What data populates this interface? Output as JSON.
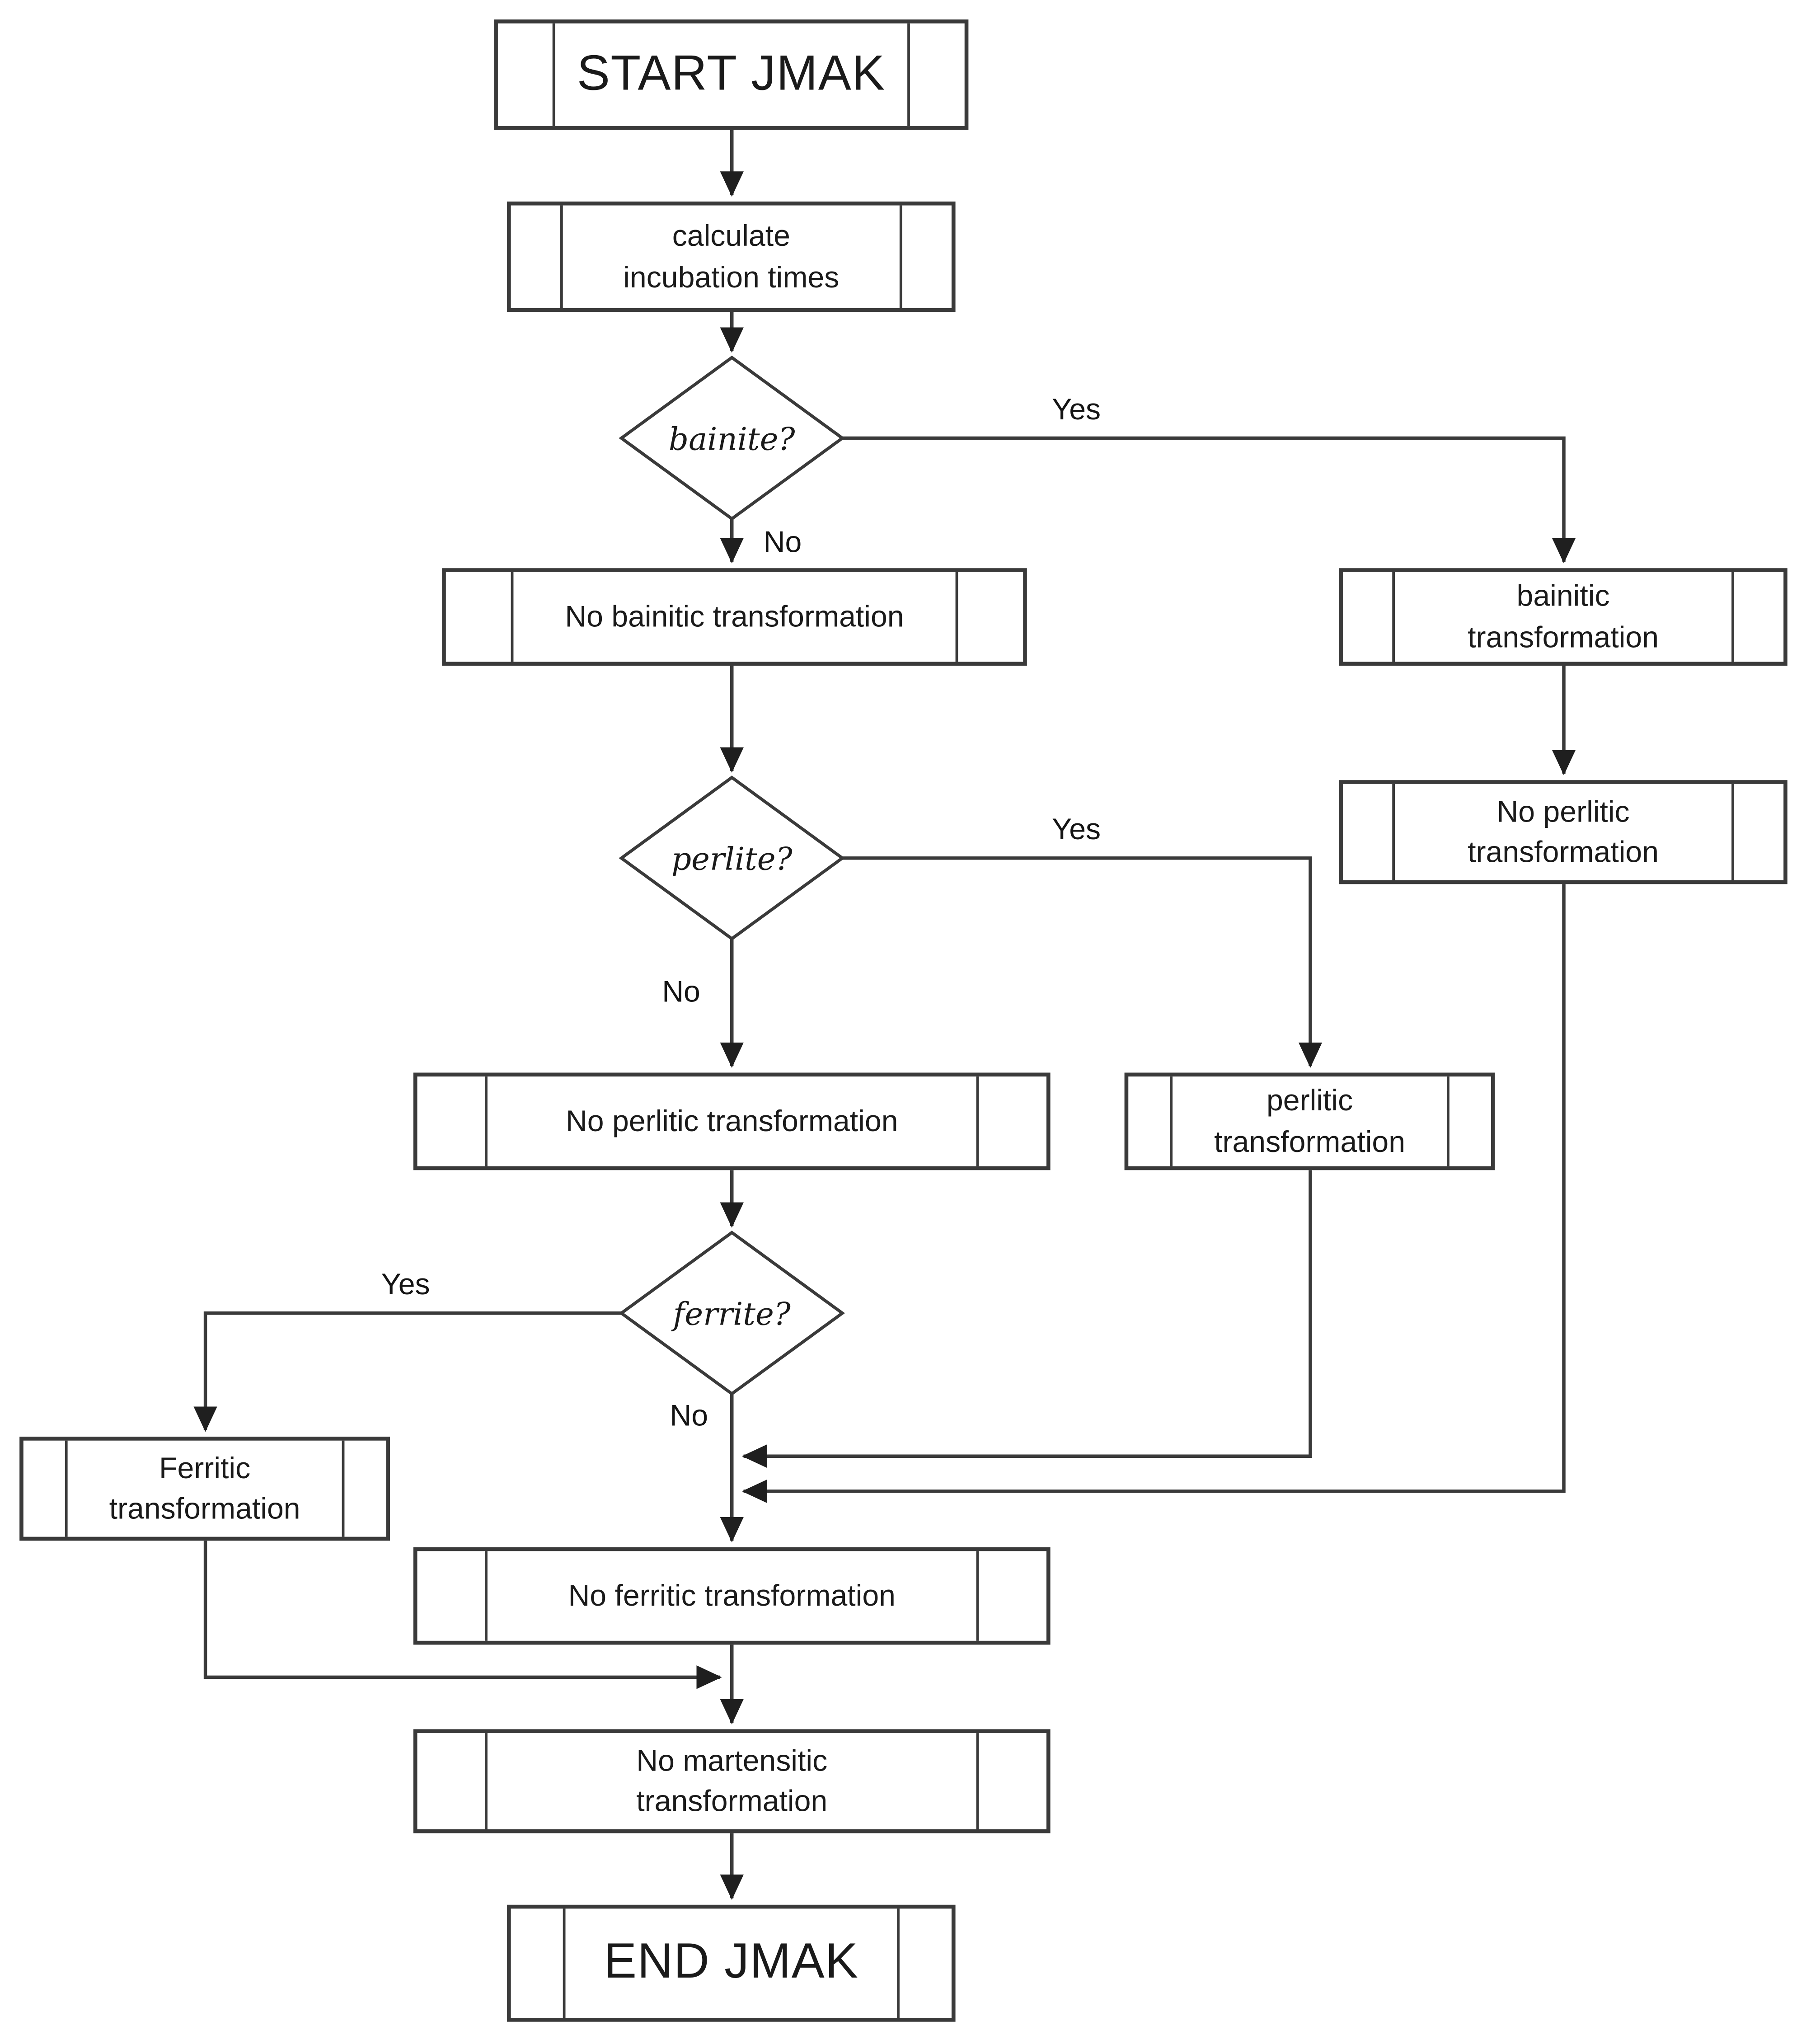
{
  "colors": {
    "stroke": "#3a3a3a",
    "box_fill": "#ffffff",
    "text": "#1a1a1a",
    "arrow": "#1f1f1f"
  },
  "nodes": {
    "start": {
      "label": "START JMAK",
      "type": "subroutine"
    },
    "calc_incubation": {
      "label": "calculate incubation times",
      "type": "subroutine"
    },
    "bainite_decision": {
      "label": "bainite?",
      "type": "decision"
    },
    "no_bainitic": {
      "label": "No bainitic transformation",
      "type": "subroutine"
    },
    "bainitic": {
      "label": "bainitic transformation",
      "type": "subroutine"
    },
    "no_perlitic_right": {
      "label": "No perlitic transformation",
      "type": "subroutine"
    },
    "perlite_decision": {
      "label": "perlite?",
      "type": "decision"
    },
    "no_perlitic_left": {
      "label": "No perlitic transformation",
      "type": "subroutine"
    },
    "perlitic": {
      "label": "perlitic transformation",
      "type": "subroutine"
    },
    "ferrite_decision": {
      "label": "ferrite?",
      "type": "decision"
    },
    "ferritic": {
      "label": "Ferritic transformation",
      "type": "subroutine"
    },
    "no_ferritic": {
      "label": "No ferritic transformation",
      "type": "subroutine"
    },
    "no_martensitic": {
      "label": "No martensitic transformation",
      "type": "subroutine"
    },
    "end": {
      "label": "END JMAK",
      "type": "subroutine"
    }
  },
  "edges": {
    "bainite_yes": {
      "label": "Yes"
    },
    "bainite_no": {
      "label": "No"
    },
    "perlite_yes": {
      "label": "Yes"
    },
    "perlite_no": {
      "label": "No"
    },
    "ferrite_yes": {
      "label": "Yes"
    },
    "ferrite_no": {
      "label": "No"
    }
  }
}
